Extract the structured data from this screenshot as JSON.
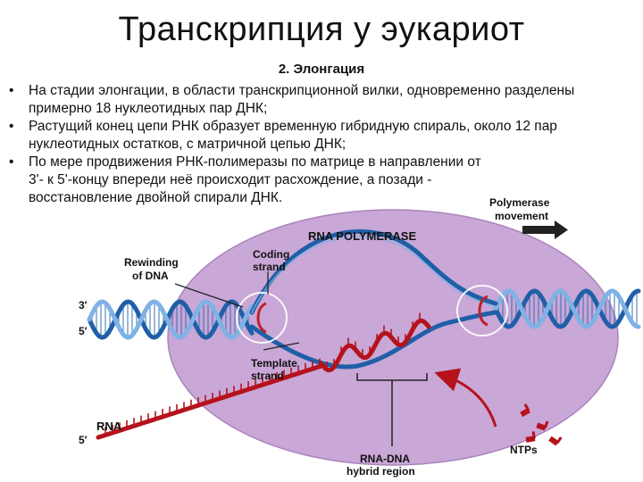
{
  "slide": {
    "title": "Транскрипция у эукариот",
    "subtitle": "2. Элонгация",
    "bullets": [
      "На стадии элонгации, в области транскрипционной вилки, одновременно разделены примерно 18 нуклеотидных пар ДНК;",
      "Растущий конец цепи РНК образует временную гибридную спираль, около 12 пар нуклеотидных остатков, с матричной цепью ДНК;",
      "По мере продвижения РНК-полимеразы по матрице в направлении от 3'- к 5'-концу впереди неё происходит расхождение, а позади - восстановление двойной спирали ДНК."
    ],
    "bullet_glyph": "•"
  },
  "diagram": {
    "labels": {
      "rna_polymerase": "RNA POLYMERASE",
      "polymerase_movement_1": "Polymerase",
      "polymerase_movement_2": "movement",
      "rewinding_1": "Rewinding",
      "rewinding_2": "of DNA",
      "coding_1": "Coding",
      "coding_2": "strand",
      "template_1": "Template",
      "template_2": "strand",
      "rna": "RNA",
      "hybrid_1": "RNA-DNA",
      "hybrid_2": "hybrid region",
      "ntps": "NTPs",
      "three_prime": "3′",
      "five_prime_top": "5′",
      "five_prime_rna": "5′"
    },
    "colors": {
      "polymerase_fill": "#c9a7d6",
      "polymerase_stroke": "#a884bb",
      "dna_dark": "#1f5fa8",
      "dna_light": "#7fb2e5",
      "rna_red": "#b5121b",
      "rung": "#2e6db4",
      "arrow": "#333333",
      "circle": "#ffffff"
    }
  }
}
